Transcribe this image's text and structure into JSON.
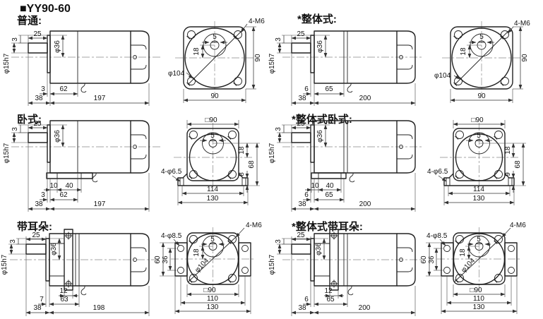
{
  "title": "■YY90-60",
  "labels": {
    "putong": "普通:",
    "zhengti": "*整体式:",
    "woshi": "卧式:",
    "zhengti_woshi": "*整体式卧式:",
    "daierduo": "带耳朵:",
    "zhengti_daierduo": "*整体式带耳朵:"
  },
  "s1": {
    "off": "3",
    "len25": "25",
    "phi36": "φ36",
    "shaft": "φ15h7",
    "d3": "3",
    "d62": "62",
    "d38": "38",
    "total": "197"
  },
  "f1": {
    "bolts": "4-M6",
    "bc": "φ104",
    "key": "5",
    "h18": "18",
    "h90": "90",
    "w90": "90"
  },
  "s2": {
    "off": "3",
    "len25": "25",
    "phi36": "φ36",
    "shaft": "φ15h7",
    "d6": "6",
    "d65": "65",
    "d38": "38",
    "total": "200"
  },
  "f2": {
    "bolts": "4-M6",
    "bc": "φ104",
    "key": "5",
    "h18": "18",
    "h90": "90",
    "w90": "90"
  },
  "s3": {
    "off": "3",
    "len25": "25",
    "phi36": "φ36",
    "shaft": "φ15h7",
    "d10": "10",
    "d40": "40",
    "d3": "3",
    "d62": "62",
    "d38": "38",
    "total": "197"
  },
  "f3": {
    "sq": "□90",
    "key": "5",
    "h18": "18",
    "h68": "68",
    "foot": "8",
    "holes": "4-φ6.5",
    "d114": "114",
    "d130": "130"
  },
  "s4": {
    "off": "3",
    "len25": "25",
    "phi36": "φ36",
    "shaft": "φ15h7",
    "d10": "10",
    "d40": "40",
    "d6": "6",
    "d65": "65",
    "d38": "38",
    "total": "200"
  },
  "f4": {
    "sq": "□90",
    "key": "5",
    "h18": "18",
    "h68": "68",
    "foot": "9",
    "holes": "4-φ6.5",
    "d114": "114",
    "d130": "130"
  },
  "s5": {
    "off": "3",
    "len25": "25",
    "phi36": "φ36",
    "shaft": "φ15h7",
    "d12": "12",
    "d7": "7",
    "d63": "63",
    "d38": "38",
    "total": "198"
  },
  "f5": {
    "earholes": "4-φ8.5",
    "bolts": "4-M6",
    "key": "5",
    "h18": "18",
    "bc": "φ104",
    "d60": "60",
    "d36": "36",
    "sq": "□90",
    "d110": "110",
    "d130": "130"
  },
  "s6": {
    "off": "3",
    "len25": "25",
    "phi36": "φ36",
    "shaft": "φ15h7",
    "d12": "12",
    "d6": "6",
    "d65": "65",
    "d38": "38",
    "total": "200"
  },
  "f6": {
    "earholes": "4-φ8.5",
    "bolts": "4-M6",
    "key": "5",
    "h18": "18",
    "bc": "φ104",
    "d60": "60",
    "d36": "36",
    "sq": "□90",
    "d110": "110",
    "d130": "130"
  }
}
